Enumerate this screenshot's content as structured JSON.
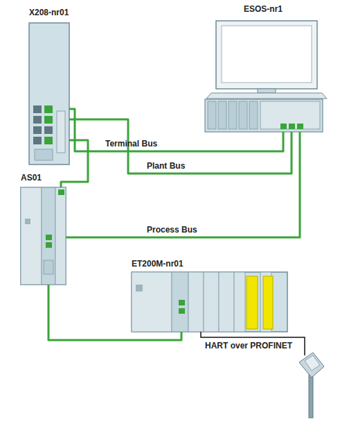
{
  "diagram": {
    "nodes": [
      {
        "text": [
          "ESOS-nr1"
        ]
      },
      {
        "text": [
          "X208-nr01"
        ]
      },
      {
        "text": [
          "AS01"
        ]
      },
      {
        "text": [
          "ET200M-nr01"
        ]
      }
    ],
    "edges": [
      {
        "from": 1,
        "to": 0,
        "arrow": "none",
        "label": "Terminal Bus"
      },
      {
        "from": 1,
        "to": 0,
        "arrow": "none",
        "label": "Plant Bus"
      },
      {
        "from": 1,
        "to": 2,
        "arrow": "none"
      },
      {
        "from": 2,
        "to": 0,
        "arrow": "none",
        "label": "Process Bus"
      },
      {
        "from": 2,
        "to": 3,
        "arrow": "none"
      }
    ],
    "labels": [
      "HART over PROFINET"
    ]
  }
}
